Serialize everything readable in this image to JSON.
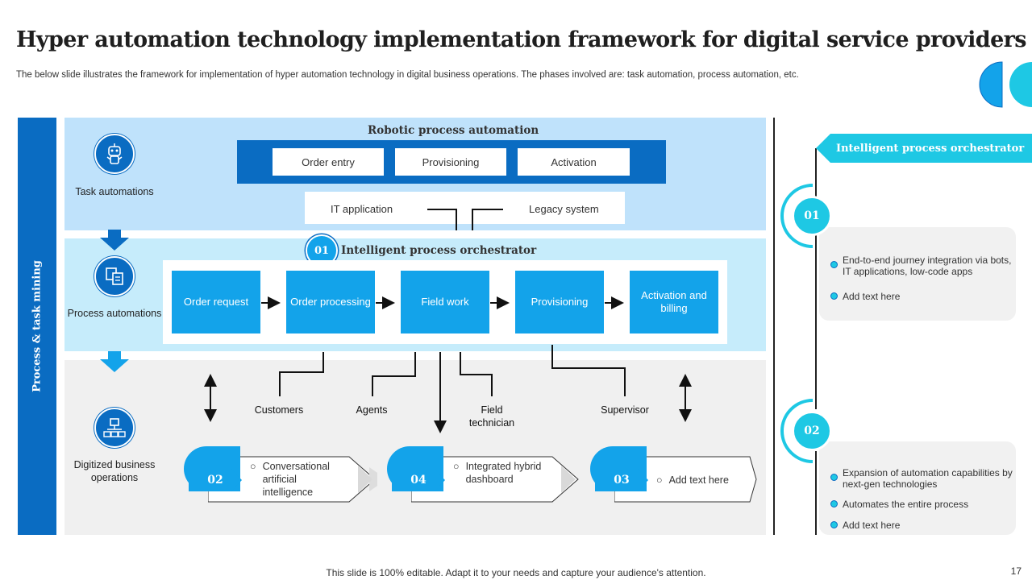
{
  "header": {
    "title": "Hyper automation technology implementation framework for digital service providers",
    "subtitle": "The below slide illustrates the framework for implementation of hyper automation technology in digital business operations. The phases involved are: task automation, process automation, etc."
  },
  "sidebar": {
    "label": "Process & task mining"
  },
  "levels": [
    {
      "label": "Task automations",
      "icon": "robot-icon"
    },
    {
      "label": "Process automations",
      "icon": "documents-icon"
    },
    {
      "label": "Digitized business operations",
      "icon": "network-icon"
    }
  ],
  "rpa": {
    "title": "Robotic process automation",
    "steps": [
      "Order entry",
      "Provisioning",
      "Activation"
    ],
    "systems": [
      "IT application",
      "Legacy system"
    ]
  },
  "ipo": {
    "number": "01",
    "title": "Intelligent process orchestrator",
    "steps": [
      "Order request",
      "Order processing",
      "Field work",
      "Provisioning",
      "Activation and billing"
    ]
  },
  "stakeholders": [
    "Customers",
    "Agents",
    "Field technician",
    "Supervisor"
  ],
  "phases": [
    {
      "number": "02",
      "text": "Conversational artificial intelligence"
    },
    {
      "number": "04",
      "text": "Integrated hybrid dashboard"
    },
    {
      "number": "03",
      "text": "Add text here"
    }
  ],
  "right_panel": {
    "banner": "Intelligent process orchestrator",
    "items": [
      {
        "number": "01",
        "points": [
          "End-to-end journey integration via bots, IT applications, low-code apps",
          "Add text here"
        ]
      },
      {
        "number": "02",
        "points": [
          "Expansion of automation capabilities by next-gen technologies",
          "Automates the entire process",
          "Add text here"
        ]
      }
    ]
  },
  "footer": {
    "note": "This slide is 100% editable. Adapt it to your needs and capture your audience's attention.",
    "page": "17"
  },
  "colors": {
    "dark_blue": "#0a6cc2",
    "mid_blue": "#13a3ea",
    "light_blue": "#bfe2fb",
    "cyan": "#1ec8e4",
    "grey": "#f0f0f0"
  }
}
